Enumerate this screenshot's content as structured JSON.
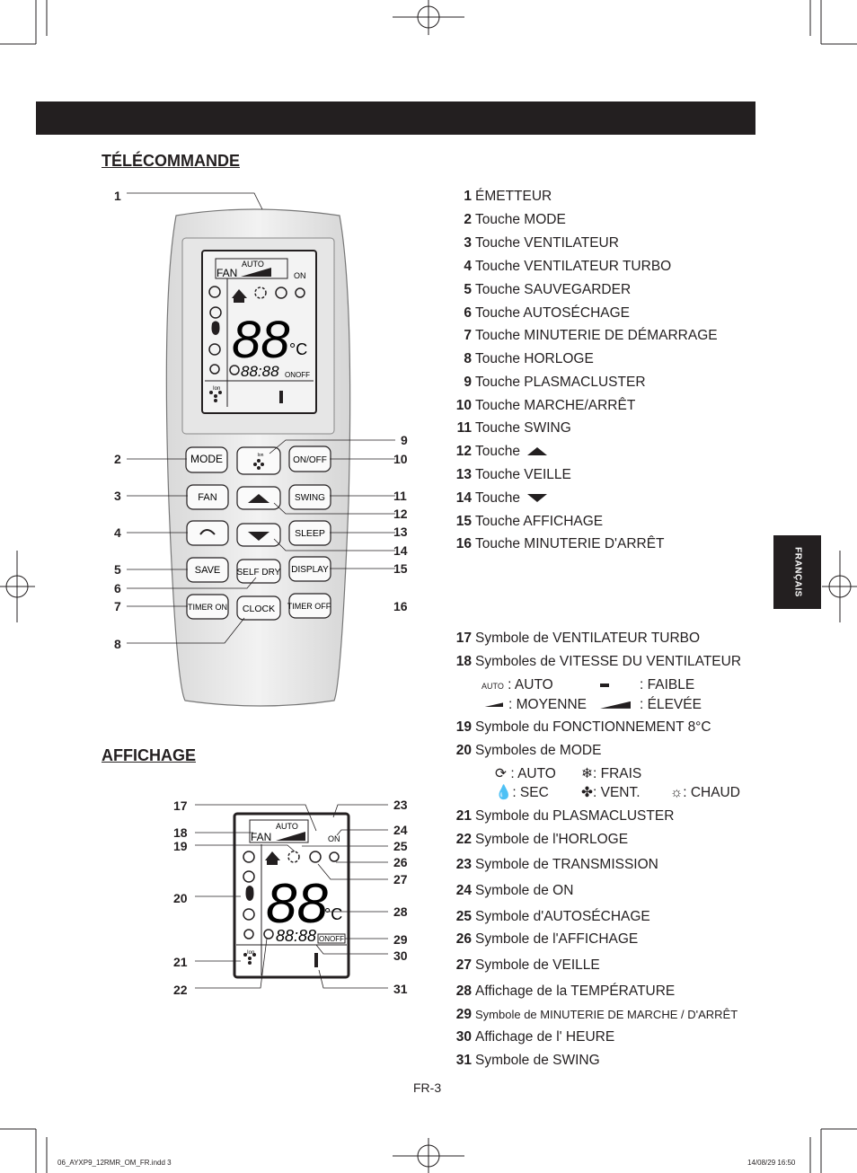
{
  "header": {
    "bar": ""
  },
  "side_tab": "FRANÇAIS",
  "remote": {
    "title": "TÉLÉCOMMANDE",
    "buttons": {
      "mode": "MODE",
      "onoff": "ON/OFF",
      "fan": "FAN",
      "swing": "SWING",
      "sleep": "SLEEP",
      "save": "SAVE",
      "self_dry": "SELF DRY",
      "display": "DISPLAY",
      "timer_on": "TIMER ON",
      "clock": "CLOCK",
      "timer_off": "TIMER OFF",
      "ion": "Ion"
    },
    "lcd": {
      "auto": "AUTO",
      "fan": "FAN",
      "on": "ON",
      "temp": "88",
      "unit": "°C",
      "time": "88:88",
      "onoff": "ONOFF",
      "ion": "Ion"
    },
    "callouts": [
      "1",
      "2",
      "3",
      "4",
      "5",
      "6",
      "7",
      "8",
      "9",
      "10",
      "11",
      "12",
      "13",
      "14",
      "15",
      "16"
    ],
    "items": [
      {
        "num": "1",
        "label": "ÉMETTEUR"
      },
      {
        "num": "2",
        "label": "Touche MODE"
      },
      {
        "num": "3",
        "label": "Touche VENTILATEUR"
      },
      {
        "num": "4",
        "label": "Touche VENTILATEUR TURBO"
      },
      {
        "num": "5",
        "label": "Touche SAUVEGARDER"
      },
      {
        "num": "6",
        "label": "Touche AUTOSÉCHAGE"
      },
      {
        "num": "7",
        "label": "Touche MINUTERIE DE DÉMARRAGE"
      },
      {
        "num": "8",
        "label": "Touche HORLOGE"
      },
      {
        "num": "9",
        "label": "Touche PLASMACLUSTER"
      },
      {
        "num": "10",
        "label": "Touche MARCHE/ARRÊT"
      },
      {
        "num": "11",
        "label": "Touche SWING"
      },
      {
        "num": "12",
        "label": "Touche"
      },
      {
        "num": "13",
        "label": "Touche VEILLE"
      },
      {
        "num": "14",
        "label": "Touche"
      },
      {
        "num": "15",
        "label": "Touche AFFICHAGE"
      },
      {
        "num": "16",
        "label": "Touche MINUTERIE D'ARRÊT"
      }
    ]
  },
  "display": {
    "title": "AFFICHAGE",
    "callouts": [
      "17",
      "18",
      "19",
      "20",
      "21",
      "22",
      "23",
      "24",
      "25",
      "26",
      "27",
      "28",
      "29",
      "30",
      "31"
    ],
    "items": [
      {
        "num": "17",
        "label": "Symbole de VENTILATEUR TURBO"
      },
      {
        "num": "18",
        "label": "Symboles de VITESSE DU VENTILATEUR"
      },
      {
        "num": "19",
        "label": "Symbole du FONCTIONNEMENT 8°C"
      },
      {
        "num": "20",
        "label": "Symboles de MODE"
      },
      {
        "num": "21",
        "label": "Symbole du PLASMACLUSTER"
      },
      {
        "num": "22",
        "label": "Symbole de l'HORLOGE"
      },
      {
        "num": "23",
        "label": "Symbole de TRANSMISSION"
      },
      {
        "num": "24",
        "label": "Symbole de ON"
      },
      {
        "num": "25",
        "label": "Symbole d'AUTOSÉCHAGE"
      },
      {
        "num": "26",
        "label": "Symbole de l'AFFICHAGE"
      },
      {
        "num": "27",
        "label": "Symbole de VEILLE"
      },
      {
        "num": "28",
        "label": "Affichage de la  TEMPÉRATURE"
      },
      {
        "num": "29",
        "label": "Symbole de MINUTERIE DE MARCHE / D'ARRÊT"
      },
      {
        "num": "30",
        "label": "Affichage de l' HEURE"
      },
      {
        "num": "31",
        "label": "Symbole de SWING"
      }
    ],
    "fan_speeds": {
      "auto_icon": "AUTO",
      "auto": ": AUTO",
      "low": ": FAIBLE",
      "medium": ": MOYENNE",
      "high": ": ÉLEVÉE"
    },
    "modes": {
      "auto": ": AUTO",
      "cool": ": FRAIS",
      "dry": ": SEC",
      "fan": ": VENT.",
      "heat": ": CHAUD"
    }
  },
  "page_number": "FR-3",
  "footer": {
    "file": "06_AYXP9_12RMR_OM_FR.indd   3",
    "date": "14/08/29   16:50"
  }
}
